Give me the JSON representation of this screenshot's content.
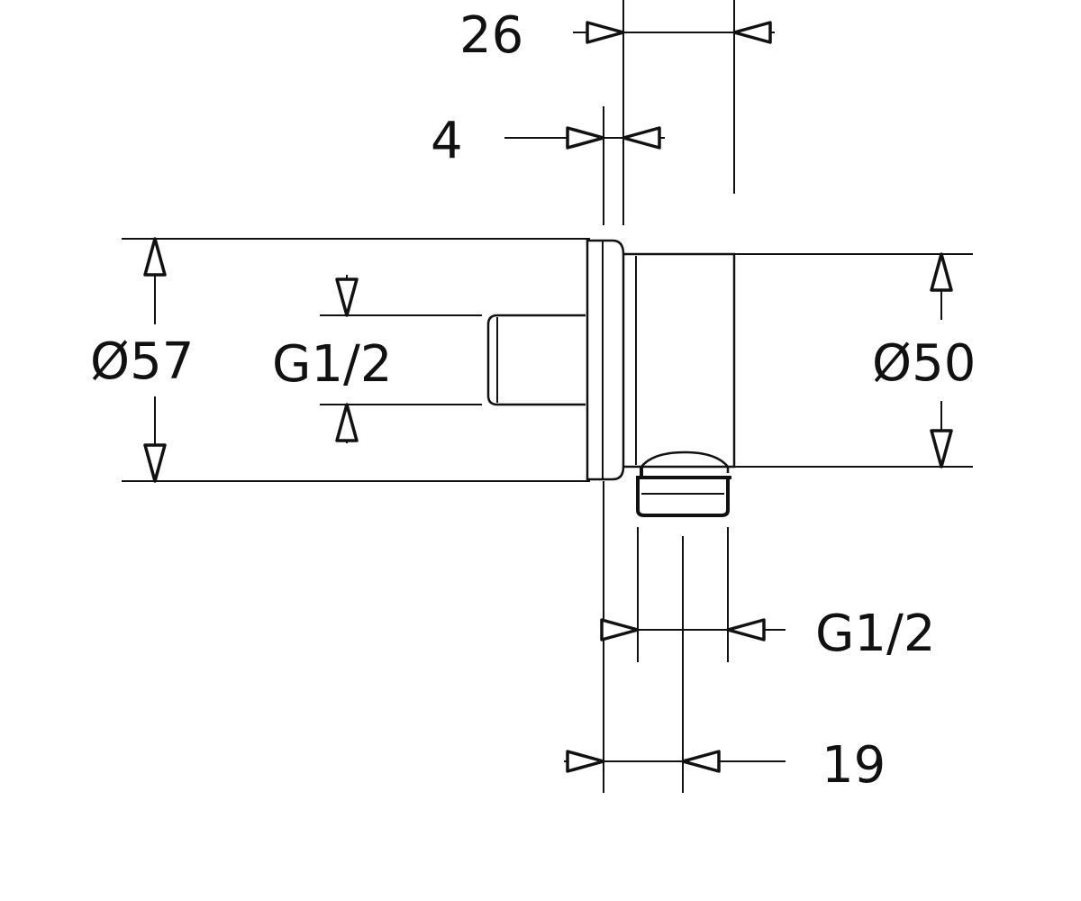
{
  "drawing": {
    "dimensions": {
      "width_26": "26",
      "width_4": "4",
      "dia_57": "Ø57",
      "thread_inlet": "G1/2",
      "dia_50": "Ø50",
      "thread_outlet": "G1/2",
      "offset_19": "19"
    }
  }
}
